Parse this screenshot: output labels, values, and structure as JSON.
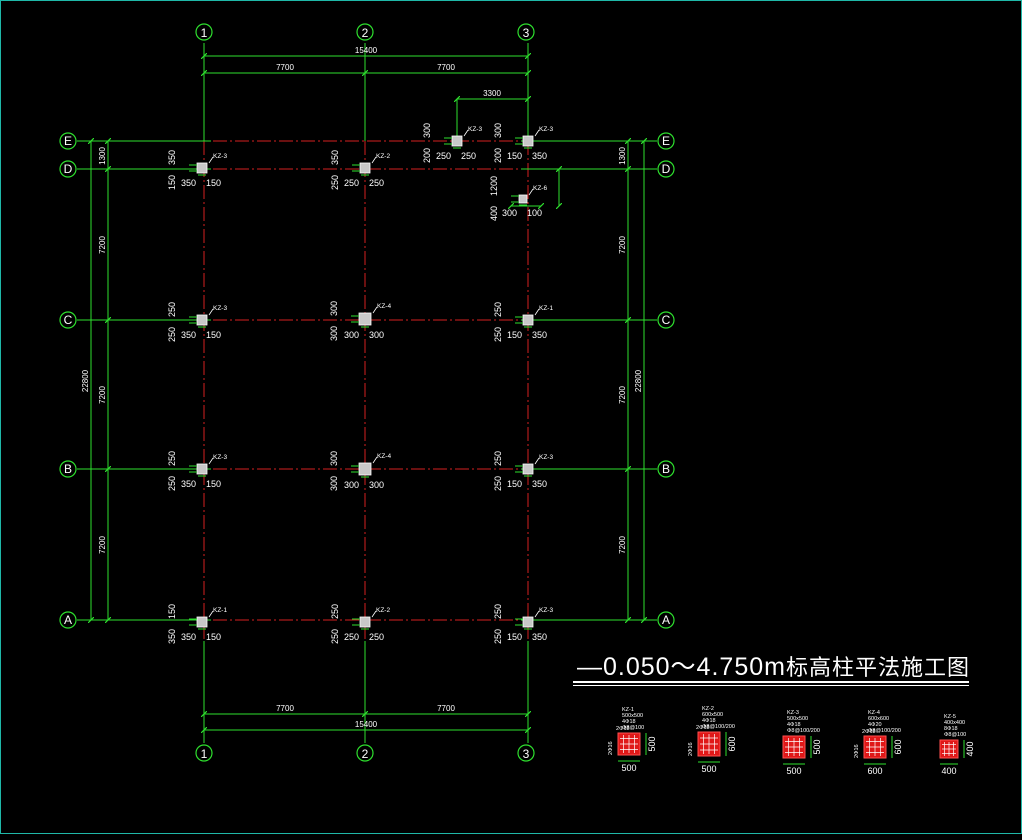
{
  "drawing": {
    "title_prefix": "—0.050～4.750m",
    "title_suffix": "标高柱平法施工图"
  },
  "axes": {
    "columns": [
      "1",
      "2",
      "3"
    ],
    "rows": [
      "E",
      "D",
      "C",
      "B",
      "A"
    ]
  },
  "dims": {
    "top_total": "15400",
    "top_span_1": "7700",
    "top_span_2": "7700",
    "top_extra": "3300",
    "bottom_total": "15400",
    "bottom_span_1": "7700",
    "bottom_span_2": "7700",
    "left_total": "22800",
    "left_de": "1300",
    "left_dc": "7200",
    "left_cb": "7200",
    "left_ba": "7200",
    "right_total": "22800",
    "right_de": "1300",
    "right_dc": "7200",
    "right_cb": "7200",
    "right_ba": "7200"
  },
  "columns": [
    {
      "id": "e2a",
      "label": "KZ-3",
      "up": "300",
      "down": "200",
      "left": "250",
      "right": "250"
    },
    {
      "id": "e3",
      "label": "KZ-3",
      "up": "300",
      "down": "200",
      "left": "150",
      "right": "350"
    },
    {
      "id": "d1",
      "label": "KZ-3",
      "up": "350",
      "down": "150",
      "left": "350",
      "right": "150"
    },
    {
      "id": "d2",
      "label": "KZ-2",
      "up": "350",
      "down": "250",
      "left": "250",
      "right": "250"
    },
    {
      "id": "kz6",
      "label": "KZ-6",
      "up": "1200",
      "down": "400",
      "left": "300",
      "right": "100"
    },
    {
      "id": "c1",
      "label": "KZ-3",
      "up": "250",
      "down": "250",
      "left": "350",
      "right": "150"
    },
    {
      "id": "c2",
      "label": "KZ-4",
      "up": "300",
      "down": "300",
      "left": "300",
      "right": "300"
    },
    {
      "id": "c3",
      "label": "KZ-1",
      "up": "250",
      "down": "250",
      "left": "150",
      "right": "350"
    },
    {
      "id": "b1",
      "label": "KZ-3",
      "up": "250",
      "down": "250",
      "left": "350",
      "right": "150"
    },
    {
      "id": "b2",
      "label": "KZ-4",
      "up": "300",
      "down": "300",
      "left": "300",
      "right": "300"
    },
    {
      "id": "b3",
      "label": "KZ-3",
      "up": "250",
      "down": "250",
      "left": "150",
      "right": "350"
    },
    {
      "id": "a1",
      "label": "KZ-1",
      "up": "150",
      "down": "350",
      "left": "350",
      "right": "150"
    },
    {
      "id": "a2",
      "label": "KZ-2",
      "up": "250",
      "down": "250",
      "left": "250",
      "right": "250"
    },
    {
      "id": "a3",
      "label": "KZ-3",
      "up": "250",
      "down": "250",
      "left": "150",
      "right": "350"
    }
  ],
  "sections": [
    {
      "name": "KZ-1",
      "spec1": "500x500",
      "spec2": "4Φ18",
      "spec3": "Φ8@100",
      "bar_top": "2Φ18",
      "bar_side": "2Φ16",
      "width": "500",
      "height": "500"
    },
    {
      "name": "KZ-2",
      "spec1": "600x500",
      "spec2": "4Φ18",
      "spec3": "Φ8@100/200",
      "bar_top": "2Φ18",
      "bar_side": "2Φ16",
      "width": "500",
      "height": "600"
    },
    {
      "name": "KZ-3",
      "spec1": "500x500",
      "spec2": "4Φ18",
      "spec3": "Φ8@100/200",
      "bar_top": "",
      "bar_side": "",
      "width": "500",
      "height": "500"
    },
    {
      "name": "KZ-4",
      "spec1": "600x600",
      "spec2": "4Φ20",
      "spec3": "Φ8@100/200",
      "bar_top": "2Φ18",
      "bar_side": "2Φ16",
      "width": "600",
      "height": "600"
    },
    {
      "name": "KZ-5",
      "spec1": "400x400",
      "spec2": "8Φ18",
      "spec3": "Φ8@100",
      "bar_top": "",
      "bar_side": "",
      "width": "400",
      "height": "400"
    }
  ]
}
